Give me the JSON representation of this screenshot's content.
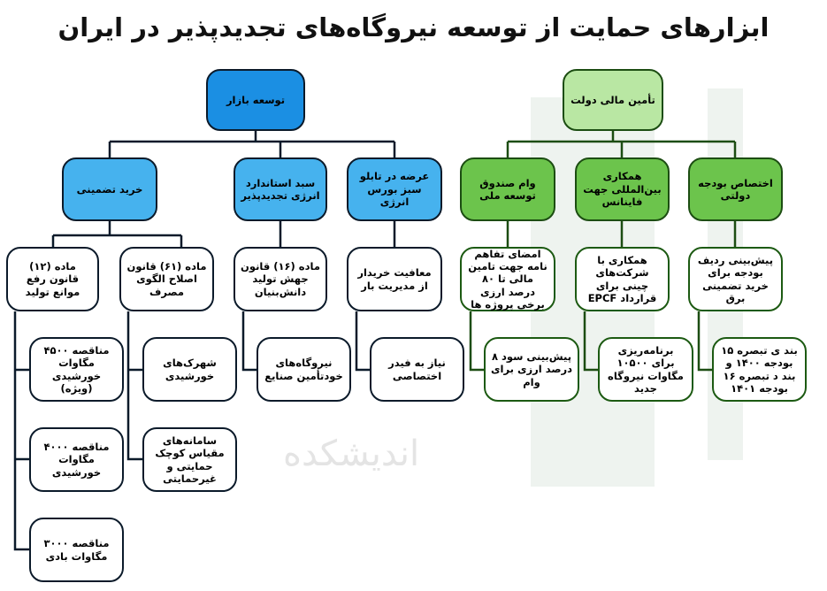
{
  "title": "ابزارهای حمایت از توسعه نیروگاه‌های تجدیدپذیر در ایران",
  "watermark": "اندیشکده",
  "colors": {
    "market_top": "#1b8fe3",
    "market_mid": "#46b2ee",
    "gov_top": "#b9e7a3",
    "gov_mid": "#6cc44c"
  },
  "market": {
    "root": "توسعه بازار",
    "guaranteed": "خرید تضمینی",
    "basket": "سبد استاندارد انرژی تجدیدپذیر",
    "green_board": "عرضه در تابلو سبز بورس انرژی",
    "art12": "ماده (۱۲) قانون رفع موانع تولید",
    "art61": "ماده (۶۱) قانون اصلاح الگوی مصرف",
    "art16": "ماده (۱۶) قانون جهش تولید دانش‌بنیان",
    "exemption": "معافیت خریدار از مدیریت بار",
    "tender4500": "مناقصه ۴۵۰۰ مگاوات خورشیدی (ویژه)",
    "tender4000": "مناقصه ۴۰۰۰ مگاوات خورشیدی",
    "tender3000": "مناقصه ۳۰۰۰ مگاوات بادی",
    "solar_towns": "شهرک‌های خورشیدی",
    "small_scale": "سامانه‌های مقیاس کوچک حمایتی و غیرحمایتی",
    "self_supply": "نیروگاه‌های خودتأمین صنایع",
    "feeder": "نیاز به فیدر اختصاصی"
  },
  "gov": {
    "root": "تأمین مالی دولت",
    "ndf_loan": "وام صندوق توسعه ملی",
    "intl": "همکاری بین‌المللی جهت فاینانس",
    "budget": "اختصاص بودجه دولتی",
    "mou": "امضای تفاهم نامه جهت تامین مالی تا ۸۰ درصد ارزی برخی پروژه ها",
    "chinese": "همکاری با شرکت‌های چینی برای قرارداد EPCF",
    "budget_line": "پیش‌بینی ردیف بودجه برای خرید تضمینی برق",
    "interest": "پیش‌بینی سود ۸ درصد ارزی برای وام",
    "plan10500": "برنامه‌ریزی برای ۱۰۵۰۰ مگاوات نیروگاه جدید",
    "clauses": "بند ی تبصره ۱۵ بودجه ۱۴۰۰ و بند د تبصره ۱۶ بودجه ۱۴۰۱"
  }
}
